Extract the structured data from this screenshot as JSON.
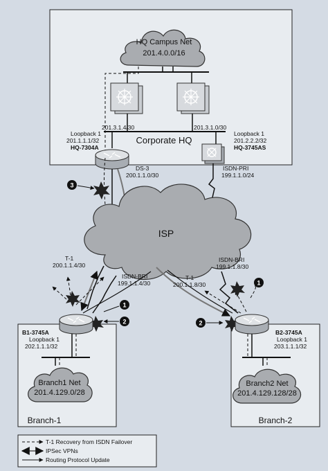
{
  "hq": {
    "campus_line1": "HQ Campus Net",
    "campus_line2": "201.4.0.0/16",
    "title": "Corporate HQ",
    "switch1_net": "201.3.1.4/30",
    "switch2_net": "201.3.1.0/30",
    "router_a": {
      "loop_label": "Loopback 1",
      "loop_addr": "201.1.1.1/32",
      "name": "HQ-7304A"
    },
    "router_as": {
      "loop_label": "Loopback 1",
      "loop_addr": "201.2.2.2/32",
      "name": "HQ-3745AS"
    }
  },
  "links": {
    "ds3_label": "DS-3",
    "ds3_net": "200.1.1.0/30",
    "isdn_pri_label": "ISDN-PRI",
    "isdn_pri_net": "199.1.1.0/24",
    "b1_t1_label": "T-1",
    "b1_t1_net": "200.1.1.4/30",
    "b1_bri_label": "ISDN-BRI",
    "b1_bri_net": "199.1.1.4/30",
    "b2_t1_label": "T-1",
    "b2_t1_net": "200.1.1.8/30",
    "b2_bri_label": "ISDN-BRI",
    "b2_bri_net": "199.1.1.8/30"
  },
  "isp": {
    "label": "ISP"
  },
  "branch1": {
    "router_name": "B1-3745A",
    "loop_label": "Loopback 1",
    "loop_addr": "202.1.1.1/32",
    "net_line1": "Branch1 Net",
    "net_line2": "201.4.129.0/28",
    "site": "Branch-1"
  },
  "branch2": {
    "router_name": "B2-3745A",
    "loop_label": "Loopback 1",
    "loop_addr": "203.1.1.1/32",
    "net_line1": "Branch2 Net",
    "net_line2": "201.4.129.128/28",
    "site": "Branch-2"
  },
  "callouts": {
    "c1": "1",
    "c2": "2",
    "c3": "3"
  },
  "legend": {
    "t1_recovery": "T-1 Recovery from ISDN Failover",
    "ipsec": "IPSec VPNs",
    "routing": "Routing Protocol Update"
  },
  "colors": {
    "background": "#d4dbe4",
    "cloud": "#a9acb0",
    "device": "#c9cdd2",
    "box": "#e8ecf0"
  },
  "icons": [
    "cloud-icon",
    "router-icon",
    "multilayer-switch-icon",
    "access-server-icon",
    "lightning-link-icon",
    "callout-badge-icon"
  ]
}
